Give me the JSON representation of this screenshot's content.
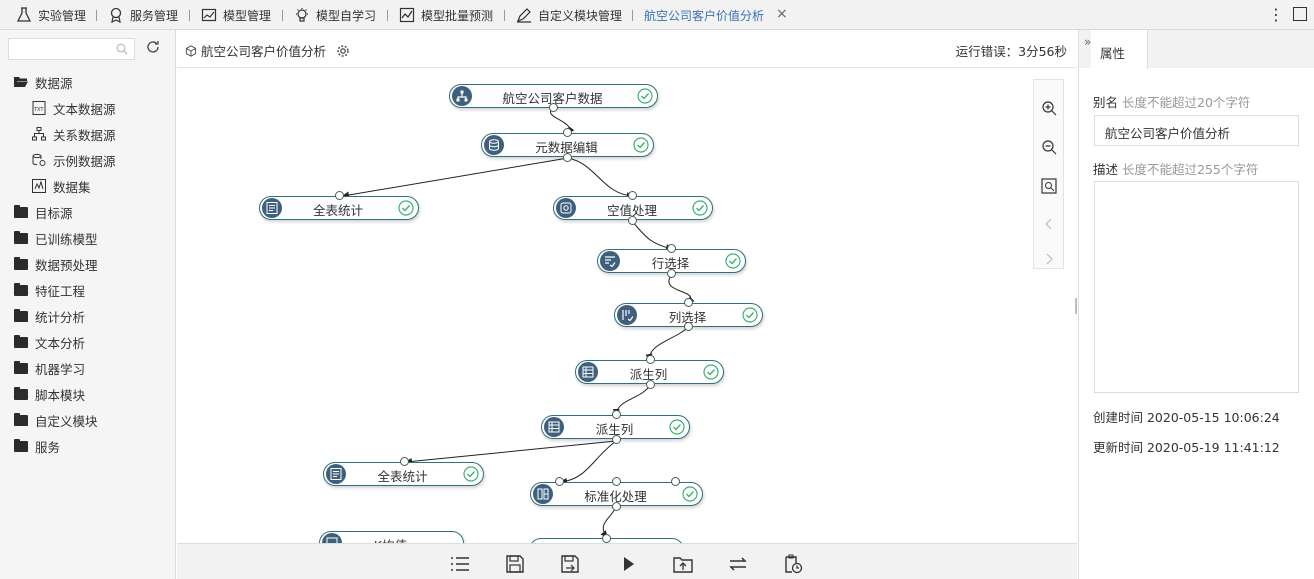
{
  "tabs": [
    {
      "label": "实验管理",
      "icon": "flask-icon"
    },
    {
      "label": "服务管理",
      "icon": "service-icon"
    },
    {
      "label": "模型管理",
      "icon": "chart-card-icon"
    },
    {
      "label": "模型自学习",
      "icon": "lightbulb-icon"
    },
    {
      "label": "模型批量预测",
      "icon": "line-chart-icon"
    },
    {
      "label": "自定义模块管理",
      "icon": "edit-pen-icon"
    },
    {
      "label": "航空公司客户价值分析",
      "icon": ""
    }
  ],
  "close_glyph": "×",
  "kebab_glyph": "⋮",
  "sidebar": {
    "search_placeholder": "",
    "items": [
      {
        "label": "数据源",
        "type": "folder-open"
      },
      {
        "label": "文本数据源",
        "type": "text-source"
      },
      {
        "label": "关系数据源",
        "type": "relation-source"
      },
      {
        "label": "示例数据源",
        "type": "sample-source"
      },
      {
        "label": "数据集",
        "type": "dataset"
      },
      {
        "label": "目标源",
        "type": "folder"
      },
      {
        "label": "已训练模型",
        "type": "folder"
      },
      {
        "label": "数据预处理",
        "type": "folder"
      },
      {
        "label": "特征工程",
        "type": "folder"
      },
      {
        "label": "统计分析",
        "type": "folder"
      },
      {
        "label": "文本分析",
        "type": "folder"
      },
      {
        "label": "机器学习",
        "type": "folder"
      },
      {
        "label": "脚本模块",
        "type": "folder"
      },
      {
        "label": "自定义模块",
        "type": "folder"
      },
      {
        "label": "服务",
        "type": "folder"
      }
    ]
  },
  "canvas": {
    "title": "航空公司客户价值分析",
    "status": "运行错误：3分56秒",
    "nodes": [
      {
        "id": "n1",
        "label": "航空公司客户数据"
      },
      {
        "id": "n2",
        "label": "元数据编辑"
      },
      {
        "id": "n3",
        "label": "全表统计"
      },
      {
        "id": "n4",
        "label": "空值处理"
      },
      {
        "id": "n5",
        "label": "行选择"
      },
      {
        "id": "n6",
        "label": "列选择"
      },
      {
        "id": "n7",
        "label": "派生列"
      },
      {
        "id": "n8",
        "label": "派生列"
      },
      {
        "id": "n9",
        "label": "全表统计"
      },
      {
        "id": "n10",
        "label": "标准化处理"
      },
      {
        "id": "n11",
        "label": "K均值"
      }
    ]
  },
  "properties": {
    "tab_label": "属性",
    "alias_label": "别名",
    "alias_hint": "长度不能超过20个字符",
    "alias_value": "航空公司客户价值分析",
    "desc_label": "描述",
    "desc_hint": "长度不能超过255个字符",
    "desc_value": "",
    "created": "创建时间 2020-05-15 10:06:24",
    "updated": "更新时间 2020-05-19 11:41:12"
  },
  "colors": {
    "accent": "#3a72b6",
    "node_border": "#2f6f7e",
    "node_icon": "#3f607d",
    "check": "#3cb371"
  }
}
